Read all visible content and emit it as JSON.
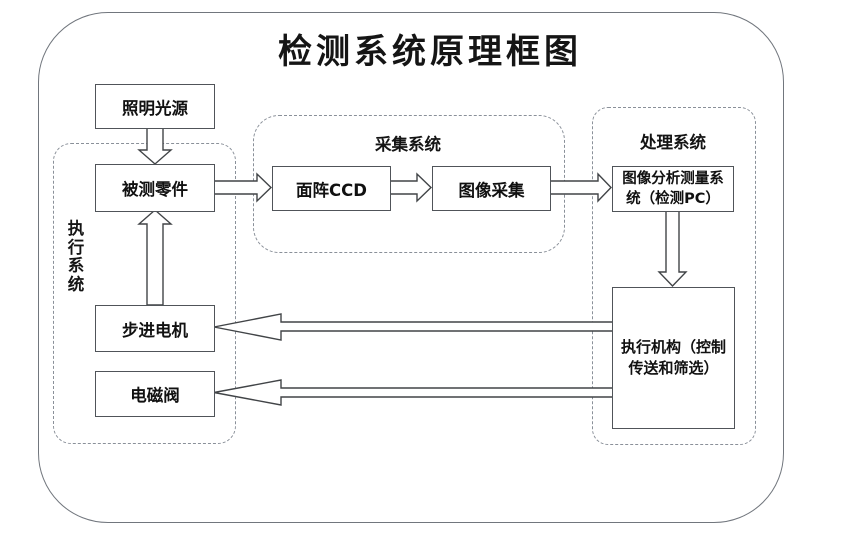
{
  "title": "检测系统原理框图",
  "groups": {
    "execution": {
      "label": "执行系统"
    },
    "acquisition": {
      "label": "采集系统"
    },
    "processing": {
      "label": "处理系统"
    }
  },
  "boxes": {
    "light": {
      "label": "照明光源"
    },
    "part": {
      "label": "被测零件"
    },
    "motor": {
      "label": "步进电机"
    },
    "valve": {
      "label": "电磁阀"
    },
    "ccd": {
      "label": "面阵CCD"
    },
    "capture": {
      "label": "图像采集"
    },
    "analysis": {
      "lines": [
        "图像分析测量系",
        "统（检测PC）"
      ]
    },
    "actuator": {
      "lines": [
        "执行机构（控制",
        "传送和筛选）"
      ]
    }
  },
  "arrows": [
    {
      "from": "照明光源",
      "to": "被测零件",
      "direction": "down"
    },
    {
      "from": "步进电机",
      "to": "被测零件",
      "direction": "up"
    },
    {
      "from": "被测零件",
      "to": "面阵CCD",
      "direction": "right"
    },
    {
      "from": "面阵CCD",
      "to": "图像采集",
      "direction": "right"
    },
    {
      "from": "图像采集",
      "to": "图像分析测量系统（检测PC）",
      "direction": "right"
    },
    {
      "from": "图像分析测量系统（检测PC）",
      "to": "执行机构（控制传送和筛选）",
      "direction": "down"
    },
    {
      "from": "执行机构（控制传送和筛选）",
      "to": "步进电机",
      "direction": "left"
    },
    {
      "from": "执行机构（控制传送和筛选）",
      "to": "电磁阀",
      "direction": "left"
    }
  ],
  "colors": {
    "background": "#ffffff",
    "solid_line": "#505459",
    "dashed_line": "#8a9099",
    "outer_frame": "#71767d",
    "text": "#111111"
  }
}
